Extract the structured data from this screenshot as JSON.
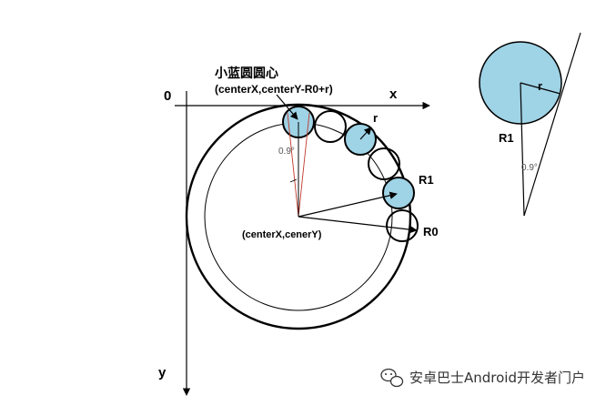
{
  "labels": {
    "origin": "0",
    "x_axis": "x",
    "y_axis": "y",
    "title_line1": "小蓝圆圆心",
    "title_line2": "(centerX,centerY-R0+r)",
    "center": "(centerX,cenerY)",
    "r_main": "r",
    "R1_main": "R1",
    "R0_main": "R0",
    "angle_main": "0.9°",
    "r_side": "r",
    "R1_side": "R1",
    "angle_side": "0.9°"
  },
  "watermark": {
    "text": "安卓巴士Android开发者门户",
    "icon": "wechat-chat-bubbles-icon"
  },
  "colors": {
    "blue_fill": "#9fd3e6",
    "line": "#000000",
    "guide_red": "#c0392b"
  }
}
